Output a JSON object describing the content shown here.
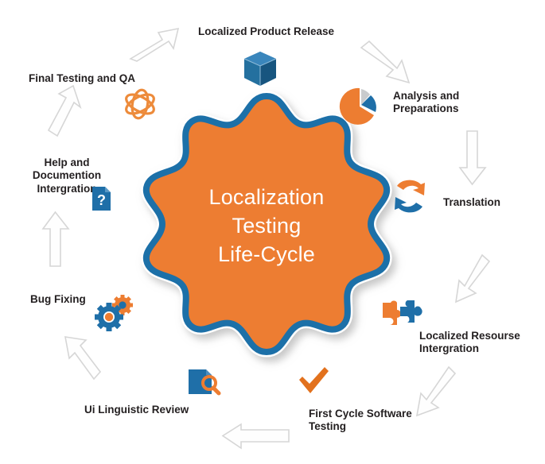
{
  "diagram": {
    "title_lines": [
      "Localization",
      "Testing",
      "Life-Cycle"
    ],
    "center_line_1": "Localization",
    "center_line_2": "Testing",
    "center_line_3": "Life-Cycle",
    "shape": "eight-point-rosette",
    "colors": {
      "orange": "#ED7D31",
      "orange_dark": "#E2711D",
      "blue": "#1F6FA8",
      "blue_dark": "#185A87",
      "gray": "#BFBFBF",
      "label_text": "#231f20",
      "center_text": "#ffffff",
      "arrow_fill": "#fefefe",
      "arrow_stroke": "#d6d6d6",
      "background": "#ffffff"
    }
  },
  "stages": [
    {
      "id": "localized-product-release",
      "label": "Localized Product Release",
      "icon": "blue-cube-icon",
      "order": 1
    },
    {
      "id": "analysis-and-preparations",
      "label": "Analysis and\nPreparations",
      "icon": "pie-chart-icon",
      "order": 2
    },
    {
      "id": "translation",
      "label": "Translation",
      "icon": "two-circular-arrows-icon",
      "order": 3
    },
    {
      "id": "localized-resourse-intergration",
      "label": "Localized Resourse\nIntergration",
      "icon": "puzzle-pieces-icon",
      "order": 4
    },
    {
      "id": "first-cycle-software-testing",
      "label": "First Cycle Software\nTesting",
      "icon": "orange-checkmark-icon",
      "order": 5
    },
    {
      "id": "ui-linguistic-review",
      "label": "Ui Linguistic Review",
      "icon": "document-magnifier-icon",
      "order": 6
    },
    {
      "id": "bug-fixing",
      "label": "Bug Fixing",
      "icon": "gears-icon",
      "order": 7
    },
    {
      "id": "help-and-documention-intergration",
      "label": "Help and\nDocumention\nIntergration",
      "icon": "question-mark-document-icon",
      "order": 8
    },
    {
      "id": "final-testing-and-qa",
      "label": "Final Testing and QA",
      "icon": "atom-orbit-icon",
      "order": 9
    }
  ],
  "flow_arrows": [
    {
      "id": "arrow-up-right-top-left",
      "direction": "up-right",
      "between": "final-testing-and-qa → localized-product-release"
    },
    {
      "id": "arrow-down-right-top",
      "direction": "down-right",
      "between": "localized-product-release → analysis-and-preparations"
    },
    {
      "id": "arrow-down-right-side",
      "direction": "down",
      "between": "analysis-and-preparations → translation"
    },
    {
      "id": "arrow-down-left-right",
      "direction": "down-left",
      "between": "translation → localized-resourse-intergration"
    },
    {
      "id": "arrow-down-left-lower",
      "direction": "down-left",
      "between": "localized-resourse-intergration → first-cycle-software-testing"
    },
    {
      "id": "arrow-left-bottom",
      "direction": "left",
      "between": "first-cycle-software-testing → ui-linguistic-review"
    },
    {
      "id": "arrow-up-left-lower",
      "direction": "up-left",
      "between": "ui-linguistic-review → bug-fixing"
    },
    {
      "id": "arrow-up-left-side",
      "direction": "up",
      "between": "bug-fixing → help-and-documention-intergration"
    },
    {
      "id": "arrow-up-left-upper",
      "direction": "up",
      "between": "help-and-documention-intergration → final-testing-and-qa"
    }
  ]
}
